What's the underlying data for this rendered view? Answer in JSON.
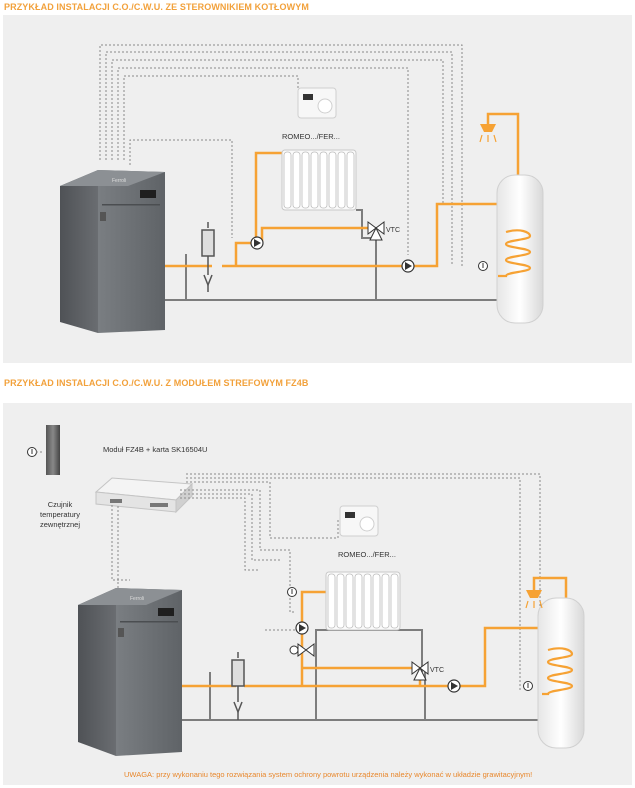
{
  "sections": [
    {
      "title": "PRZYKŁAD INSTALACJI C.O./C.W.U. ZE STEROWNIKIEM KOTŁOWYM",
      "labels": {
        "thermostat": "ROMEO.../FER...",
        "valve": "VTC",
        "boiler_brand": "Ferroli"
      }
    },
    {
      "title": "PRZYKŁAD INSTALACJI C.O./C.W.U. Z MODUŁEM STREFOWYM FZ4B",
      "labels": {
        "module": "Moduł FZ4B + karta SK16504U",
        "sensor": "Czujnik temperatury zewnętrznej",
        "thermostat": "ROMEO.../FER...",
        "valve": "VTC",
        "boiler_brand": "Ferroli"
      },
      "warning": "UWAGA: przy wykonaniu tego rozwiązania system ochrony powrotu urządzenia należy wykonać w układzie grawitacyjnym!"
    }
  ],
  "colors": {
    "title": "#f2a13b",
    "pipe_hot": "#f6a234",
    "pipe_return": "#7d7d7d",
    "wire": "#8a8a8a",
    "panel_bg": "#efefef",
    "warning": "#e8872c",
    "boiler": "#666a6e"
  },
  "icons": [
    "boiler-icon",
    "radiator-icon",
    "thermostat-icon",
    "pump-icon",
    "three-way-valve-icon",
    "hot-water-tank-icon",
    "shower-icon",
    "temperature-sensor-icon",
    "zone-module-icon",
    "wall-icon"
  ]
}
